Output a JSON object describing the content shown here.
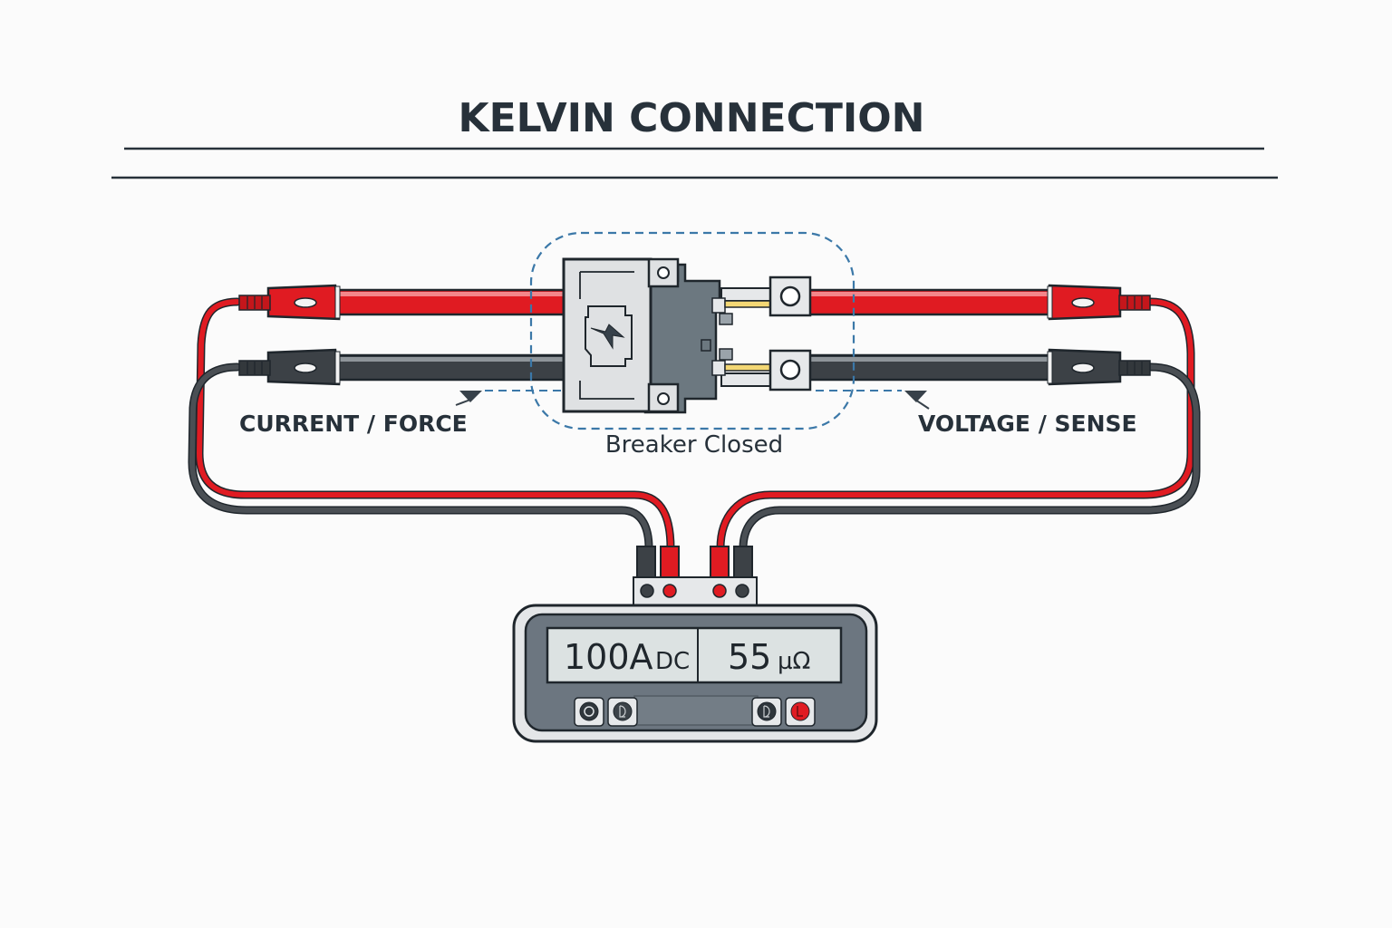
{
  "title": "KELVIN CONNECTION",
  "labels": {
    "left": "CURRENT / FORCE",
    "right": "VOLTAGE / SENSE",
    "breaker": "Breaker Closed"
  },
  "meter": {
    "current_value": "100A",
    "current_unit": "DC",
    "resistance_value": "55",
    "resistance_unit": "µΩ",
    "buttons": [
      "power-icon",
      "mode-icon",
      "mode-icon",
      "record-icon"
    ]
  },
  "colors": {
    "red_lead": "#e01b22",
    "black_lead": "#3c4146",
    "outline": "#1f262c",
    "dashed_boundary": "#3b78a8",
    "breaker_body": "#dfe1e3",
    "breaker_dark": "#6c7880",
    "contact_yellow": "#f3d774",
    "meter_body": "#6c7680",
    "meter_screen": "#dce2e2"
  }
}
